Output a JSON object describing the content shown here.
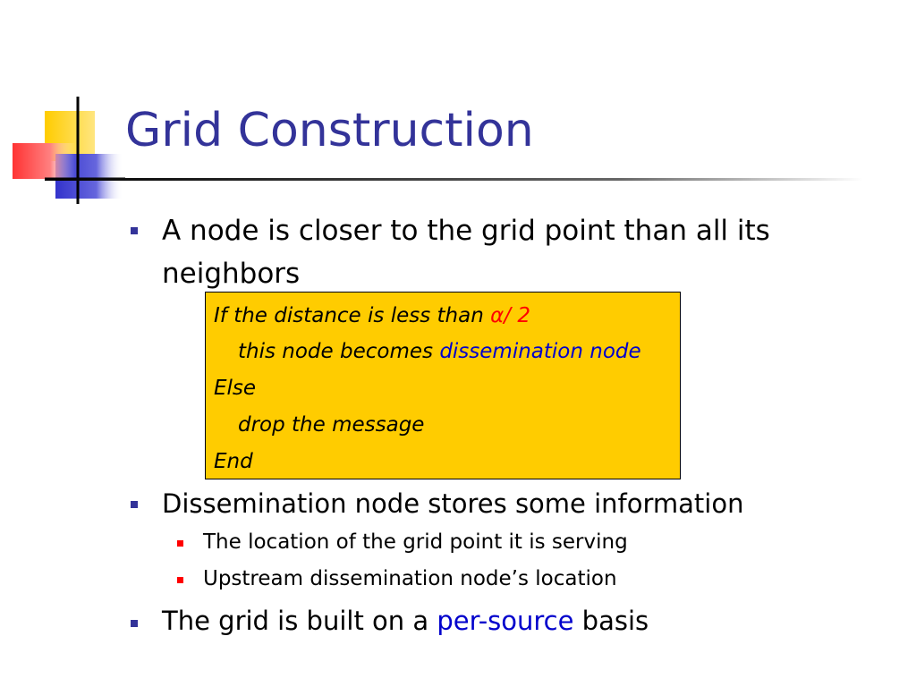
{
  "slide": {
    "title": "Grid Construction",
    "bullets": [
      {
        "line1": "A node is closer to the grid point than all its",
        "line2": "neighbors"
      },
      {
        "text": "Dissemination node stores some information",
        "sub": [
          "The location of the grid point it is serving",
          "Upstream dissemination node’s location"
        ]
      },
      {
        "text_before": "The grid is built on a ",
        "highlight": "per-source",
        "text_after": " basis"
      }
    ],
    "pseudocode": {
      "line1_text": "If the distance is less than ",
      "line1_expr": "α/ 2",
      "line2_text": "this node becomes ",
      "line2_highlight": "dissemination node",
      "line3": "Else",
      "line4": "drop the message",
      "line5": "End"
    }
  },
  "colors": {
    "title": "#333399",
    "bullet_l1": "#333399",
    "bullet_l2": "#ff0000",
    "box_fill": "#ffcc00",
    "alpha": "#ff0000",
    "highlight": "#0000cc"
  }
}
